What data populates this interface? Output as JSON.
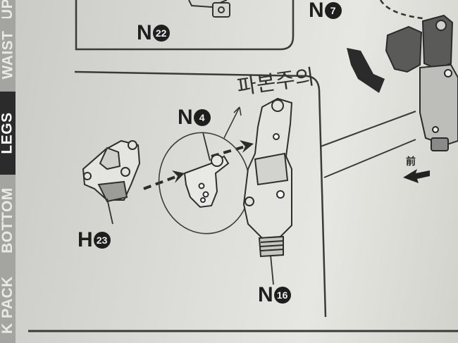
{
  "side_tabs": [
    {
      "label": "UP"
    },
    {
      "label": "WAIST"
    },
    {
      "label": "LEGS"
    },
    {
      "label": "BOTTOM"
    },
    {
      "label": "K PACK"
    }
  ],
  "part_labels": [
    {
      "letter": "N",
      "number": "22"
    },
    {
      "letter": "N",
      "number": "7"
    },
    {
      "letter": "N",
      "number": "4"
    },
    {
      "letter": "H",
      "number": "23"
    },
    {
      "letter": "N",
      "number": "16"
    }
  ],
  "direction_label": "前",
  "handwritten_note": "파본주의"
}
